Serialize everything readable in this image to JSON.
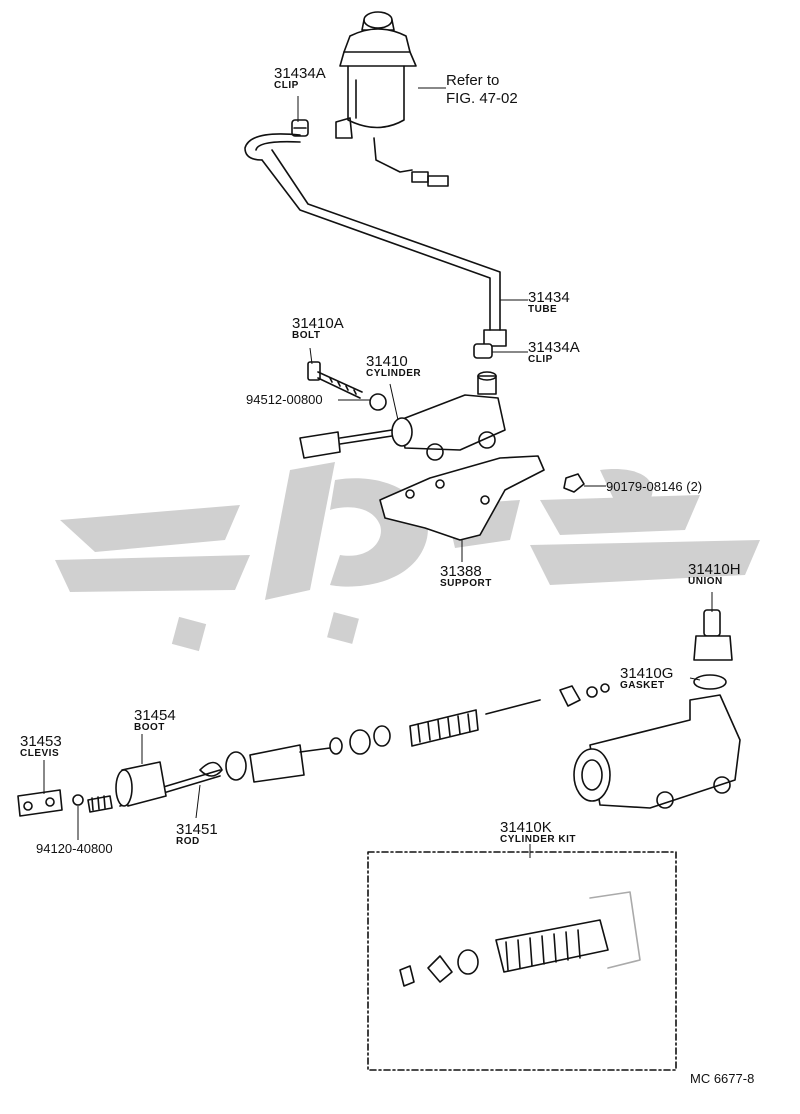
{
  "reference": {
    "line1": "Refer to",
    "line2": "FIG. 47-02"
  },
  "parts": [
    {
      "id": "p-31434A-top",
      "number": "31434A",
      "name": "CLIP"
    },
    {
      "id": "p-31434",
      "number": "31434",
      "name": "TUBE"
    },
    {
      "id": "p-31434A-low",
      "number": "31434A",
      "name": "CLIP"
    },
    {
      "id": "p-31410A",
      "number": "31410A",
      "name": "BOLT"
    },
    {
      "id": "p-31410",
      "number": "31410",
      "name": "CYLINDER"
    },
    {
      "id": "p-94512",
      "number": "94512-00800",
      "name": ""
    },
    {
      "id": "p-90179",
      "number": "90179-08146 (2)",
      "name": ""
    },
    {
      "id": "p-31388",
      "number": "31388",
      "name": "SUPPORT"
    },
    {
      "id": "p-31410H",
      "number": "31410H",
      "name": "UNION"
    },
    {
      "id": "p-31410G",
      "number": "31410G",
      "name": "GASKET"
    },
    {
      "id": "p-31454",
      "number": "31454",
      "name": "BOOT"
    },
    {
      "id": "p-31453",
      "number": "31453",
      "name": "CLEVIS"
    },
    {
      "id": "p-94120",
      "number": "94120-40800",
      "name": ""
    },
    {
      "id": "p-31451",
      "number": "31451",
      "name": "ROD"
    },
    {
      "id": "p-31410K",
      "number": "31410K",
      "name": "CYLINDER KIT"
    }
  ],
  "footer": {
    "code": "MC 6677-8"
  },
  "colors": {
    "ink": "#111111",
    "watermark": "#c8c8c8"
  }
}
